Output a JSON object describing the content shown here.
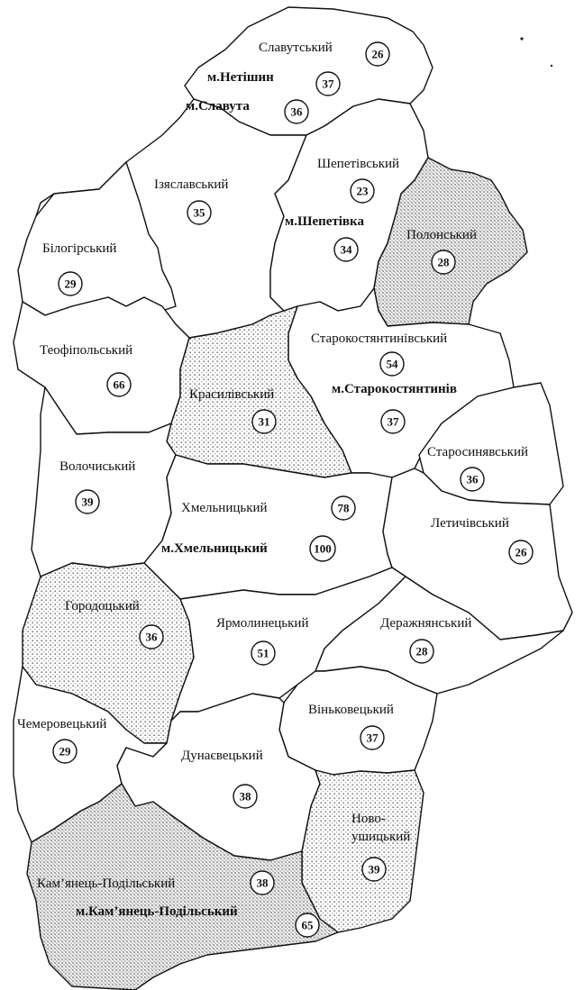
{
  "legend_shading_color": "#bdbdbd",
  "regions": [
    {
      "id": "slavutskyi",
      "label": "Славутський",
      "value": "26",
      "shaded": false
    },
    {
      "id": "m-netishyn",
      "label": "м.Нетішин",
      "value": "37",
      "city": true
    },
    {
      "id": "m-slavuta",
      "label": "м.Славута",
      "value": "36",
      "city": true
    },
    {
      "id": "shepetivskyi",
      "label": "Шепетівський",
      "value": "23",
      "shaded": false
    },
    {
      "id": "iziaslavskyi",
      "label": "Ізяславський",
      "value": "35",
      "shaded": false
    },
    {
      "id": "m-shepetivka",
      "label": "м.Шепетівка",
      "value": "34",
      "city": true
    },
    {
      "id": "bilohirskyi",
      "label": "Білогірський",
      "value": "29",
      "shaded": false
    },
    {
      "id": "polonskyi",
      "label": "Полонський",
      "value": "28",
      "shaded": true
    },
    {
      "id": "teofipolskyi",
      "label": "Теофіпольський",
      "value": "66",
      "shaded": false
    },
    {
      "id": "starokostiantynivskyi",
      "label": "Старокостянтинівський",
      "value": "54",
      "shaded": false
    },
    {
      "id": "krasylivskyi",
      "label": "Красилівський",
      "value": "31",
      "shaded": true
    },
    {
      "id": "m-starokostiantyniv",
      "label": "м.Старокостянтинів",
      "value": "37",
      "city": true
    },
    {
      "id": "starosyniavskyi",
      "label": "Старосинявський",
      "value": "36",
      "shaded": false
    },
    {
      "id": "volochyskyi",
      "label": "Волочиський",
      "value": "39",
      "shaded": false
    },
    {
      "id": "khmelnytskyi",
      "label": "Хмельницький",
      "value": "78",
      "shaded": false
    },
    {
      "id": "m-khmelnytskyi",
      "label": "м.Хмельницький",
      "value": "100",
      "city": true
    },
    {
      "id": "letychivskyi",
      "label": "Летичівський",
      "value": "26",
      "shaded": false
    },
    {
      "id": "horodotskyi",
      "label": "Городоцький",
      "value": "36",
      "shaded": true
    },
    {
      "id": "yarmolynetskyi",
      "label": "Ярмолинецький",
      "value": "51",
      "shaded": false
    },
    {
      "id": "derazhnianskyi",
      "label": "Деражнянський",
      "value": "28",
      "shaded": false
    },
    {
      "id": "vinkovetskyi",
      "label": "Віньковецький",
      "value": "37",
      "shaded": false
    },
    {
      "id": "chemerovetskyi",
      "label": "Чемеровецький",
      "value": "29",
      "shaded": false
    },
    {
      "id": "dunaievetskyi",
      "label": "Дунаєвецький",
      "value": "38",
      "shaded": false
    },
    {
      "id": "novoushytskyi",
      "label": "Ново-\nушицький",
      "value": "39",
      "shaded": true
    },
    {
      "id": "kamianets",
      "label": "Кам’янець-Подільський",
      "value": "38",
      "shaded": true
    },
    {
      "id": "m-kamianets",
      "label": "м.Кам’янець-Подільський",
      "value": "65",
      "city": true
    }
  ]
}
